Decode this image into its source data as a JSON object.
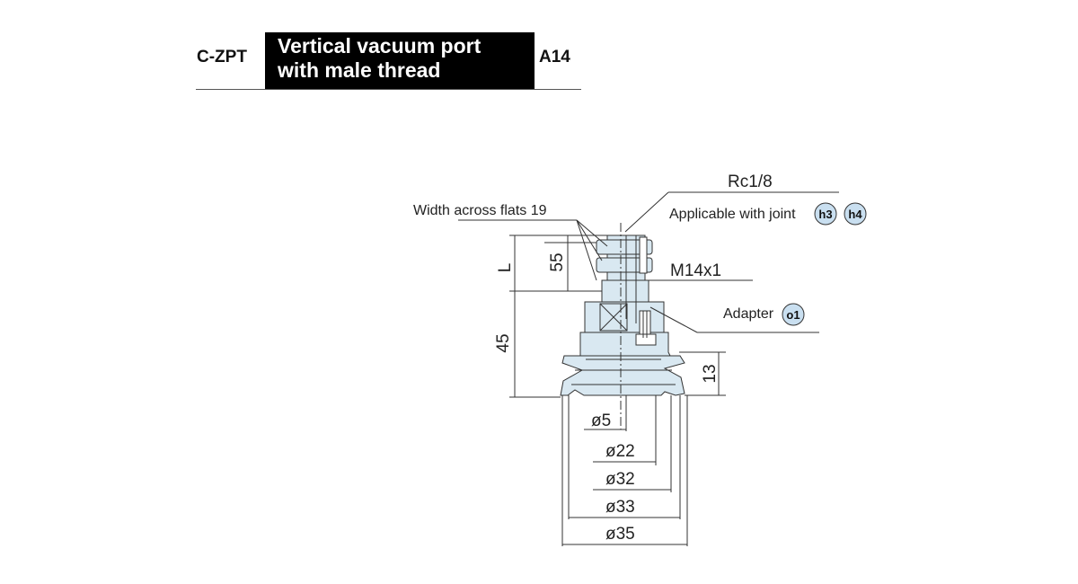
{
  "header": {
    "code": "C-ZPT",
    "title_line1": "Vertical vacuum port",
    "title_line2": "with male thread",
    "page": "A14"
  },
  "drawing": {
    "callouts": {
      "width_across_flats": "Width across flats 19",
      "port_thread": "Rc1/8",
      "applicable_joint": "Applicable with joint",
      "joint_badges": [
        "h3",
        "h4"
      ],
      "mount_thread": "M14x1",
      "adapter": "Adapter",
      "adapter_badge": "o1"
    },
    "dimensions": {
      "L": "L",
      "upper": "55",
      "overall": "45",
      "bellows_height": "13",
      "d5": "ø5",
      "d22": "ø22",
      "d32": "ø32",
      "d33": "ø33",
      "d35": "ø35"
    },
    "colors": {
      "body_fill": "#d9e8f1",
      "outline": "#333333",
      "badge_fill": "#c9dff0"
    }
  }
}
